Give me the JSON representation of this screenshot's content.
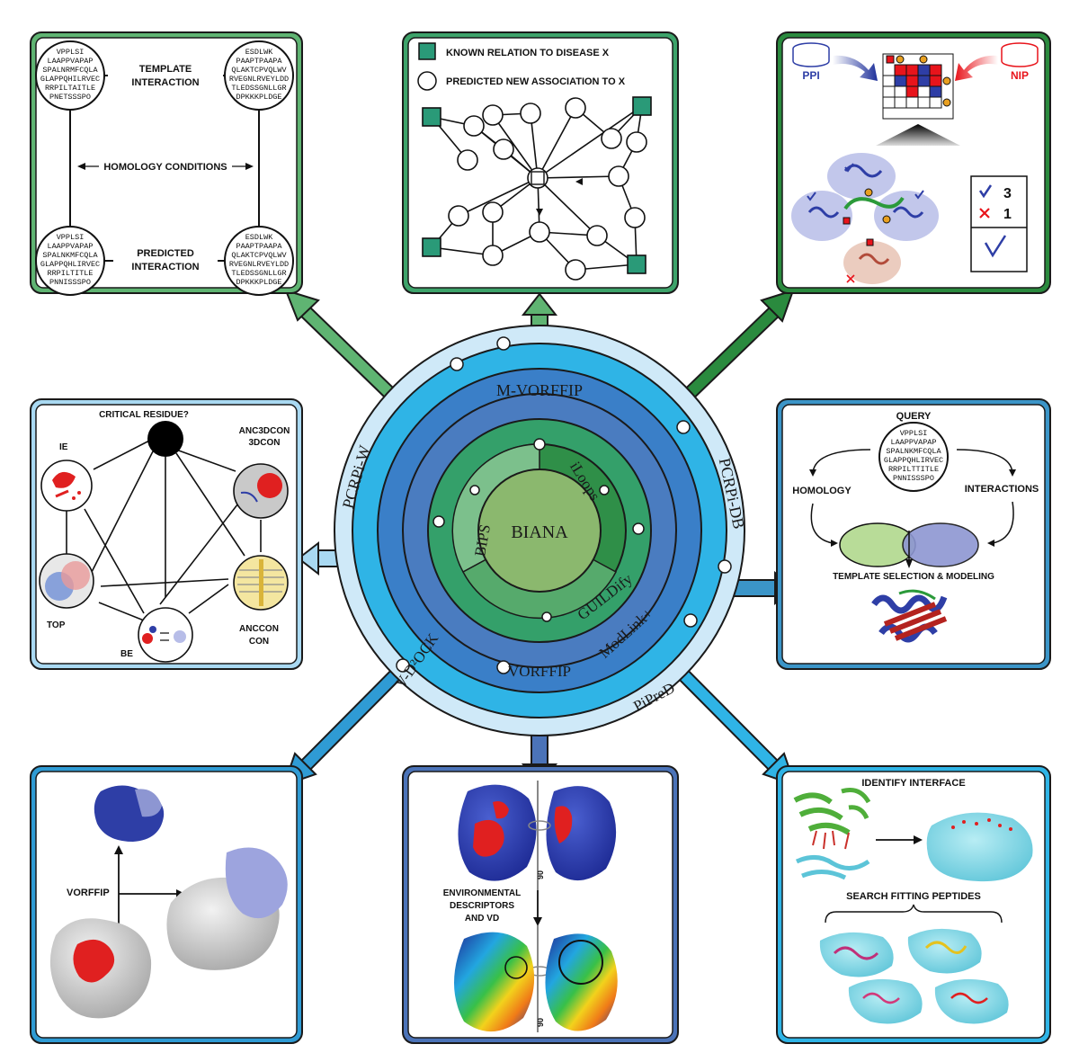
{
  "center": {
    "label": "BIANA"
  },
  "rings": {
    "inner": [
      "iLoops",
      "BIPS",
      "GUILDify"
    ],
    "second": [
      "ModLink+"
    ],
    "third": [
      "M-VORFFIP",
      "VORFFIP"
    ],
    "fourth": [
      "PCRPi-DB",
      "PiPreD"
    ],
    "outer": [
      "PCRPi-W",
      "V-D²OCK"
    ]
  },
  "panels": {
    "homology": {
      "template_interaction": [
        "TEMPLATE",
        "INTERACTION"
      ],
      "homology_conditions": "HOMOLOGY CONDITIONS",
      "predicted_interaction": [
        "PREDICTED",
        "INTERACTION"
      ],
      "sequences": [
        [
          "VPPLSI",
          "LAAPPVAPAP",
          "SPALNRMFCQLA",
          "GLAPPQHILRVEC",
          "RRPILTAITLE",
          "PNETSSSPO"
        ],
        [
          "ESDLWK",
          "PAAPTPAAPA",
          "QLAKTCPVQLWV",
          "RVEGNLRVEYLDD",
          "TLEDSSGNLLGR",
          "DPKKKPLDGE"
        ],
        [
          "VPPLSI",
          "LAAPPVAPAP",
          "SPALNKMFCQLA",
          "GLAPPQHLIRVEC",
          "RRPILTITLE",
          "PNNISSSPO"
        ],
        [
          "ESDLWK",
          "PAAPTPAAPA",
          "QLAKTCPVQLWV",
          "RVEGNLRVEYLDD",
          "TLEDSSGNLLGR",
          "DPKKKPLDGE"
        ]
      ]
    },
    "guildify": {
      "legend_known": "KNOWN RELATION TO DISEASE X",
      "legend_predicted": "PREDICTED NEW ASSOCIATION TO X"
    },
    "iloops": {
      "ppi": "PPI",
      "nip": "NIP",
      "score_check": "3",
      "score_cross": "1"
    },
    "pcrpi": {
      "critical": "CRITICAL RESIDUE?",
      "ie": "IE",
      "anc3dcon": "ANC3DCON",
      "con3d": "3DCON",
      "top": "TOP",
      "be": "BE",
      "anccon": "ANCCON",
      "con": "CON"
    },
    "modlink": {
      "query": "QUERY",
      "homology": "HOMOLOGY",
      "interactions": "INTERACTIONS",
      "template": "TEMPLATE SELECTION & MODELING",
      "sequence": [
        "VPPLSI",
        "LAAPPVAPAP",
        "SPALNKMFCQLA",
        "GLAPPQHLIRVEC",
        "RRPILTTITLE",
        "PNNISSSPO"
      ]
    },
    "vorffip": {
      "label": "VORFFIP"
    },
    "vd2ock": {
      "label": [
        "ENVIRONMENTAL",
        "DESCRIPTORS",
        "AND VD"
      ],
      "rotation": "90"
    },
    "pipred": {
      "identify": "IDENTIFY INTERFACE",
      "search": "SEARCH FITTING PEPTIDES"
    }
  },
  "colors": {
    "green_dark": "#1f8a3c",
    "green_mid": "#3aa05a",
    "green_light": "#6cba7c",
    "blue_dark": "#3a5fa8",
    "blue_mid": "#2f8fcf",
    "blue_light": "#9fd1ef",
    "protein_blue": "#2e3ea6",
    "hotspot_red": "#e02020"
  }
}
